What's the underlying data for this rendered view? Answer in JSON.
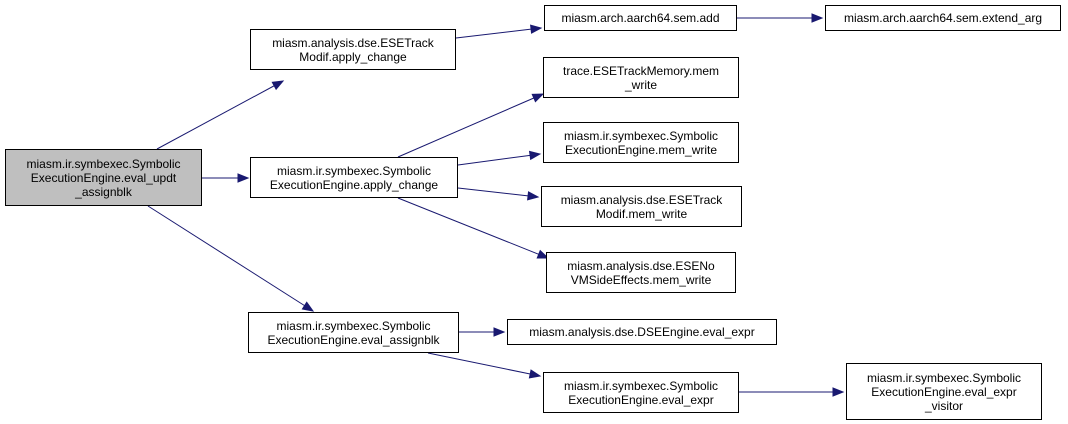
{
  "colors": {
    "edge": "#191970",
    "root_fill": "#bfbfbf",
    "node_fill": "#ffffff",
    "border": "#000000"
  },
  "nodes": {
    "n_eval_updt": {
      "lines": [
        "miasm.ir.symbexec.Symbolic",
        "ExecutionEngine.eval_updt",
        "_assignblk"
      ]
    },
    "n_ese_apply": {
      "lines": [
        "miasm.analysis.dse.ESETrack",
        "Modif.apply_change"
      ]
    },
    "n_sym_apply": {
      "lines": [
        "miasm.ir.symbexec.Symbolic",
        "ExecutionEngine.apply_change"
      ]
    },
    "n_sym_eval_assign": {
      "lines": [
        "miasm.ir.symbexec.Symbolic",
        "ExecutionEngine.eval_assignblk"
      ]
    },
    "n_sem_add": {
      "lines": [
        "miasm.arch.aarch64.sem.add"
      ]
    },
    "n_extend_arg": {
      "lines": [
        "miasm.arch.aarch64.sem.extend_arg"
      ]
    },
    "n_trace_mem": {
      "lines": [
        "trace.ESETrackMemory.mem",
        "_write"
      ]
    },
    "n_sym_mem": {
      "lines": [
        "miasm.ir.symbexec.Symbolic",
        "ExecutionEngine.mem_write"
      ]
    },
    "n_ese_mem": {
      "lines": [
        "miasm.analysis.dse.ESETrack",
        "Modif.mem_write"
      ]
    },
    "n_nvm_mem": {
      "lines": [
        "miasm.analysis.dse.ESENo",
        "VMSideEffects.mem_write"
      ]
    },
    "n_dse_eval": {
      "lines": [
        "miasm.analysis.dse.DSEEngine.eval_expr"
      ]
    },
    "n_sym_eval_expr": {
      "lines": [
        "miasm.ir.symbexec.Symbolic",
        "ExecutionEngine.eval_expr"
      ]
    },
    "n_eval_visitor": {
      "lines": [
        "miasm.ir.symbexec.Symbolic",
        "ExecutionEngine.eval_expr",
        "_visitor"
      ]
    }
  }
}
